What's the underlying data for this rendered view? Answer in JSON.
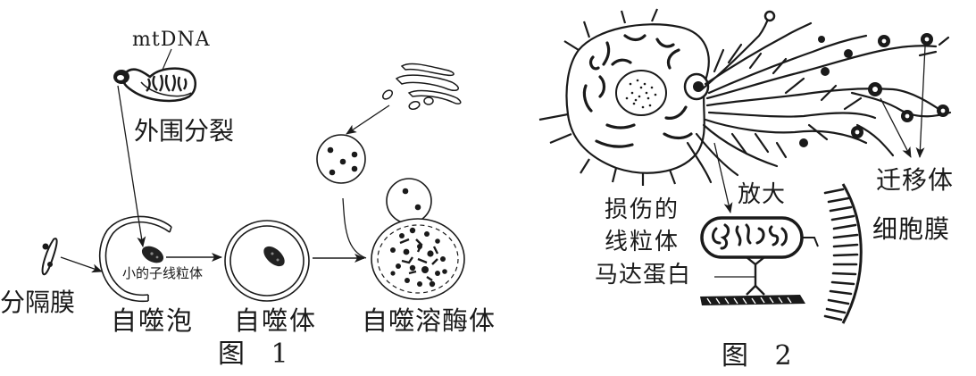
{
  "figure1": {
    "caption": "图 1",
    "labels": {
      "mtdna": "mtDNA",
      "peripheral_fission": "外围分裂",
      "isolation_membrane": "分隔膜",
      "small_daughter_mitochondrion": "小的子线粒体",
      "autophagic_vesicle": "自噬泡",
      "autophagosome": "自噬体",
      "autolysosome": "自噬溶酶体"
    }
  },
  "figure2": {
    "caption": "图 2",
    "labels": {
      "migrasome": "迁移体",
      "magnify": "放大",
      "damaged_mitochondrion": [
        "损伤的",
        "线粒体"
      ],
      "motor_protein": "马达蛋白",
      "cell_membrane": "细胞膜"
    }
  },
  "colors": {
    "ink": "#1a1a1a",
    "background": "#ffffff"
  }
}
